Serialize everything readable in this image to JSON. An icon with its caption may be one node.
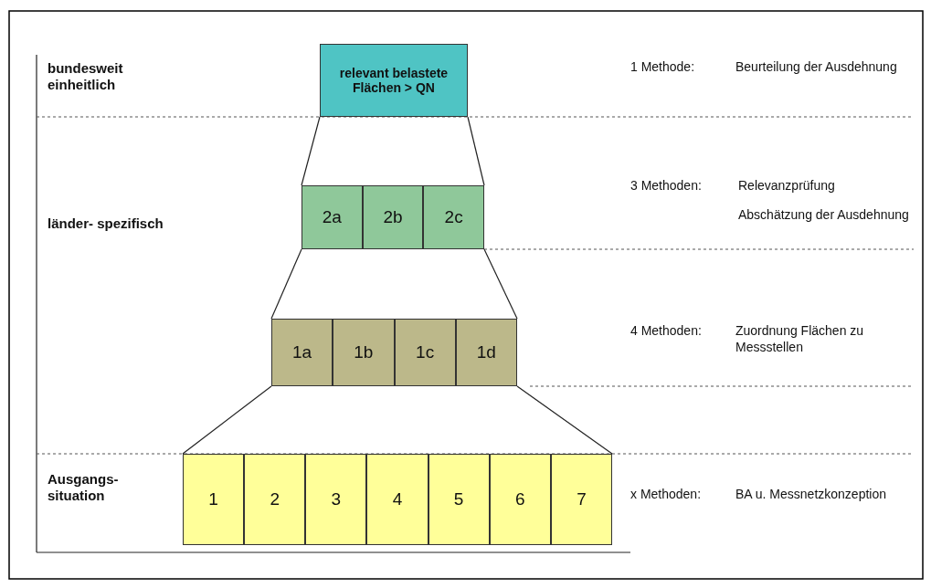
{
  "diagram": {
    "nodes": [
      {
        "text": [
          "relevant belastete Flächen > QN"
        ]
      },
      {
        "text": [
          "2a"
        ]
      },
      {
        "text": [
          "2b"
        ]
      },
      {
        "text": [
          "2c"
        ]
      },
      {
        "text": [
          "1a"
        ]
      },
      {
        "text": [
          "1b"
        ]
      },
      {
        "text": [
          "1c"
        ]
      },
      {
        "text": [
          "1d"
        ]
      },
      {
        "text": [
          "1"
        ]
      },
      {
        "text": [
          "2"
        ]
      },
      {
        "text": [
          "3"
        ]
      },
      {
        "text": [
          "4"
        ]
      },
      {
        "text": [
          "5"
        ]
      },
      {
        "text": [
          "6"
        ]
      },
      {
        "text": [
          "7"
        ]
      }
    ],
    "edges": [
      {
        "from": 0,
        "to": 1,
        "arrow": "none"
      },
      {
        "from": 0,
        "to": 3,
        "arrow": "none"
      },
      {
        "from": 1,
        "to": 4,
        "arrow": "none"
      },
      {
        "from": 3,
        "to": 7,
        "arrow": "none"
      },
      {
        "from": 4,
        "to": 8,
        "arrow": "none"
      },
      {
        "from": 7,
        "to": 14,
        "arrow": "none"
      }
    ],
    "labels": [
      "bundesweit einheitlich",
      "1 Methode:",
      "Beurteilung der Ausdehnung",
      "3 Methoden:",
      "Relevanzprüfung",
      "länder- spezifisch",
      "Abschätzung der Ausdehnung",
      "4 Methoden:",
      "Zuordnung Flächen zu Messstellen",
      "Ausgangs- situation",
      "x Methoden:",
      "BA u. Messnetzkonzeption"
    ]
  }
}
